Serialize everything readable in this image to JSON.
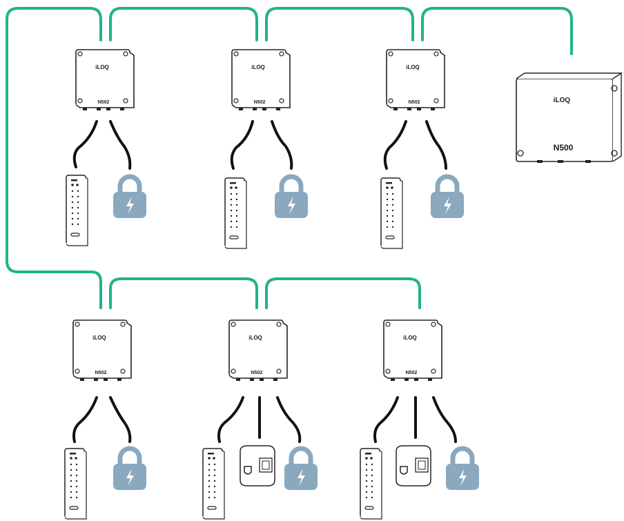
{
  "brand": "iLOQ",
  "colors": {
    "bus_line": "#1fb38a",
    "cable": "#111111",
    "lock_fill": "#8aa9bf",
    "box_stroke": "#222222",
    "box_fill": "#ffffff"
  },
  "controller": {
    "brand": "iLOQ",
    "model": "N500"
  },
  "nodes": [
    {
      "brand": "iLOQ",
      "model": "N502",
      "devices": [
        "keypad-reader",
        "lock"
      ]
    },
    {
      "brand": "iLOQ",
      "model": "N502",
      "devices": [
        "keypad-reader",
        "lock"
      ]
    },
    {
      "brand": "iLOQ",
      "model": "N502",
      "devices": [
        "keypad-reader",
        "lock"
      ]
    },
    {
      "brand": "iLOQ",
      "model": "N502",
      "devices": [
        "keypad-reader",
        "lock"
      ]
    },
    {
      "brand": "iLOQ",
      "model": "N502",
      "devices": [
        "keypad-reader",
        "door-cylinder",
        "lock"
      ]
    },
    {
      "brand": "iLOQ",
      "model": "N502",
      "devices": [
        "keypad-reader",
        "door-cylinder",
        "lock"
      ]
    }
  ],
  "icons": {
    "lock": "padlock-lightning-icon",
    "reader": "keypad-reader-icon",
    "cylinder": "door-cylinder-icon"
  }
}
